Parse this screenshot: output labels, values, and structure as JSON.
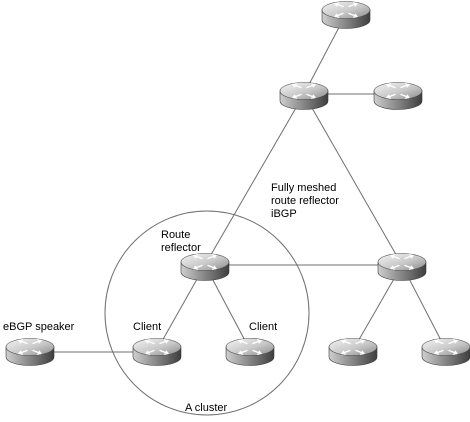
{
  "labels": {
    "fully_meshed": [
      "Fully meshed",
      "route reflector",
      "iBGP"
    ],
    "route_reflector": [
      "Route",
      "reflector"
    ],
    "client_left": "Client",
    "client_right": "Client",
    "ebgp_speaker": "eBGP speaker",
    "cluster": "A cluster"
  },
  "colors": {
    "line": "#6f6f6f",
    "router_light": "#e6e6e6",
    "router_dark": "#5a5a5a"
  }
}
